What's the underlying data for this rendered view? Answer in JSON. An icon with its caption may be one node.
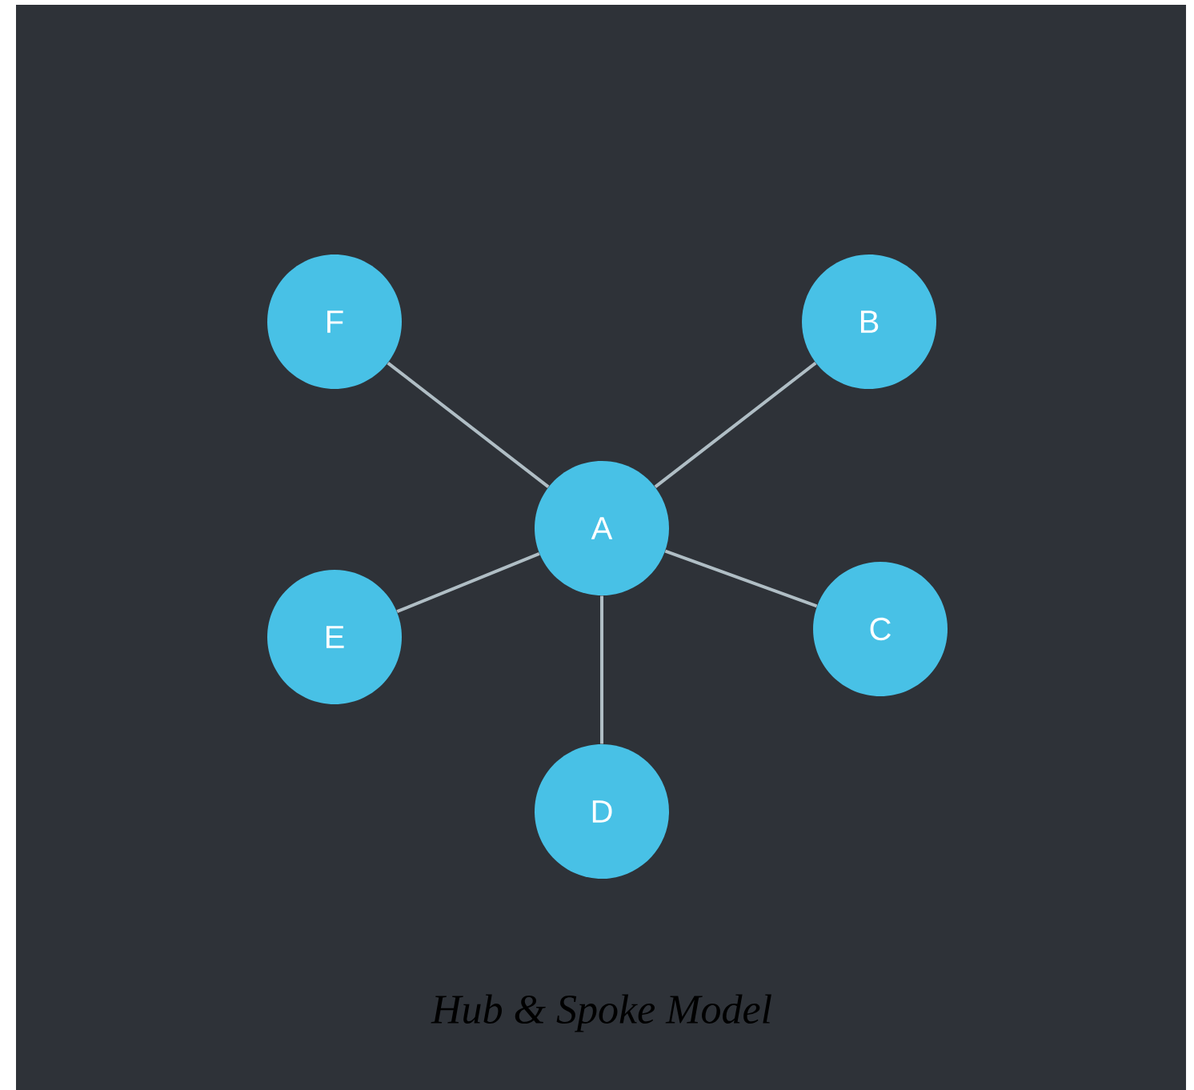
{
  "diagram": {
    "caption": "Hub & Spoke Model",
    "nodes": [
      {
        "text": [
          "A"
        ]
      },
      {
        "text": [
          "B"
        ]
      },
      {
        "text": [
          "C"
        ]
      },
      {
        "text": [
          "D"
        ]
      },
      {
        "text": [
          "E"
        ]
      },
      {
        "text": [
          "F"
        ]
      }
    ],
    "edges": [
      {
        "from": 0,
        "to": 1,
        "arrow": "none"
      },
      {
        "from": 0,
        "to": 2,
        "arrow": "none"
      },
      {
        "from": 0,
        "to": 3,
        "arrow": "none"
      },
      {
        "from": 0,
        "to": 4,
        "arrow": "none"
      },
      {
        "from": 0,
        "to": 5,
        "arrow": "none"
      }
    ]
  }
}
